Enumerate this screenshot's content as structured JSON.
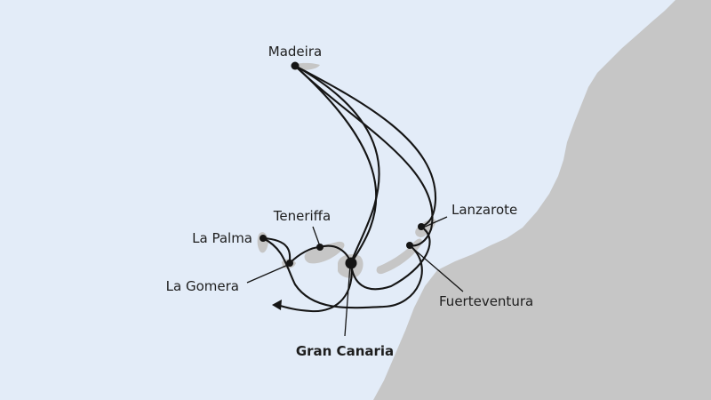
{
  "map": {
    "sea_color": "#e3ecf8",
    "land_color": "#c6c6c6",
    "route_color": "#151515",
    "ports": [
      {
        "id": "madeira",
        "label": "Madeira",
        "bold": false
      },
      {
        "id": "teneriffa",
        "label": "Teneriffa",
        "bold": false
      },
      {
        "id": "la-palma",
        "label": "La Palma",
        "bold": false
      },
      {
        "id": "la-gomera",
        "label": "La Gomera",
        "bold": false
      },
      {
        "id": "gran-canaria",
        "label": "Gran Canaria",
        "bold": true,
        "home_port": true
      },
      {
        "id": "lanzarote",
        "label": "Lanzarote",
        "bold": false
      },
      {
        "id": "fuerteventura",
        "label": "Fuerteventura",
        "bold": false
      }
    ]
  }
}
